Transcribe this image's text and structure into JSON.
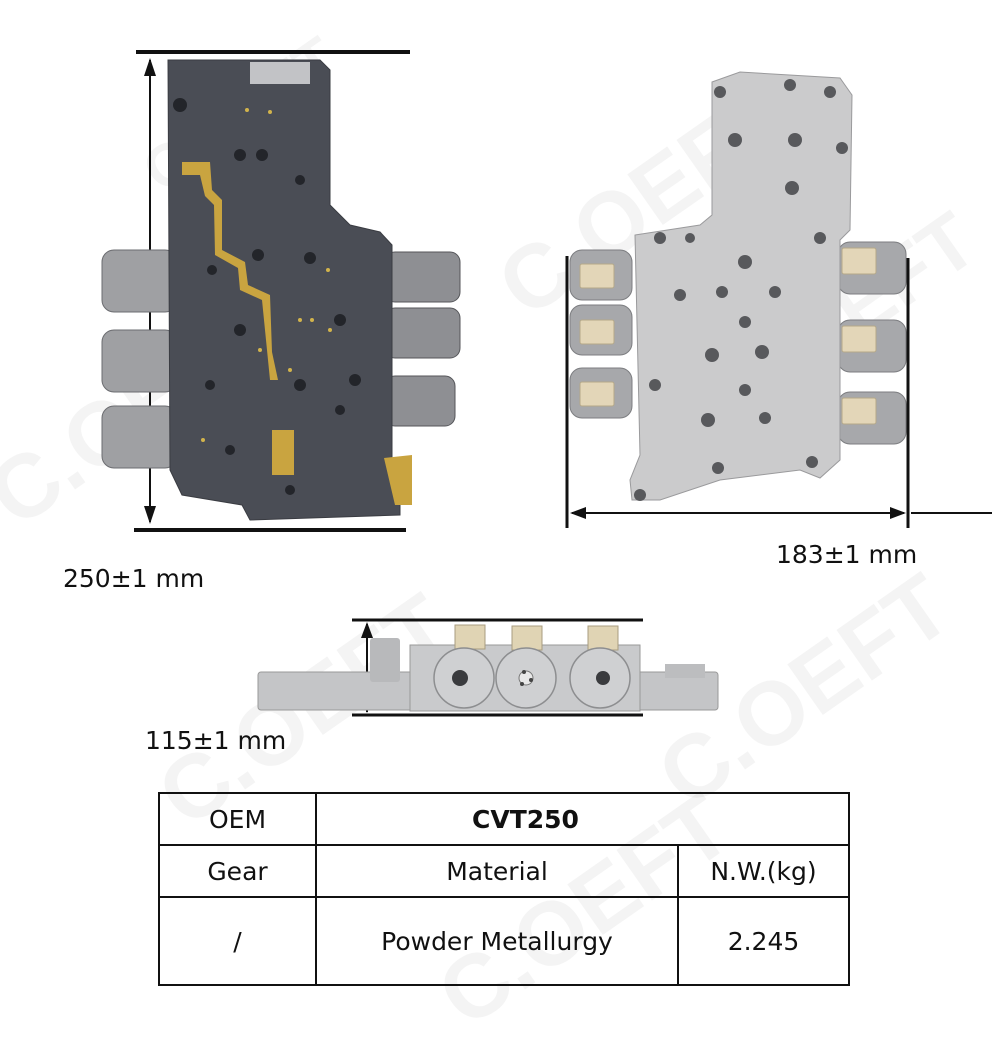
{
  "watermark": {
    "text": "C.OEFT",
    "color": "#000000"
  },
  "dimensions": {
    "height": {
      "label": "250±1 mm"
    },
    "width": {
      "label": "183±1 mm"
    },
    "depth": {
      "label": "115±1 mm"
    }
  },
  "images": {
    "front_view": "valve-body-front-dark",
    "back_view": "valve-body-back-aluminum",
    "side_view": "valve-body-side-solenoids"
  },
  "spec_table": {
    "rows": [
      {
        "label": "OEM",
        "value": "CVT250"
      },
      {
        "cells": [
          "Gear",
          "Material",
          "N.W.(kg)"
        ]
      },
      {
        "cells": [
          "/",
          "Powder Metallurgy",
          "2.245"
        ]
      }
    ]
  },
  "colors": {
    "dark_plate": "#4a4d55",
    "yellow_gasket": "#c9a440",
    "aluminum": "#c9c9c9",
    "solenoid": "#a9a9a9",
    "connector": "#e3d6b8"
  }
}
